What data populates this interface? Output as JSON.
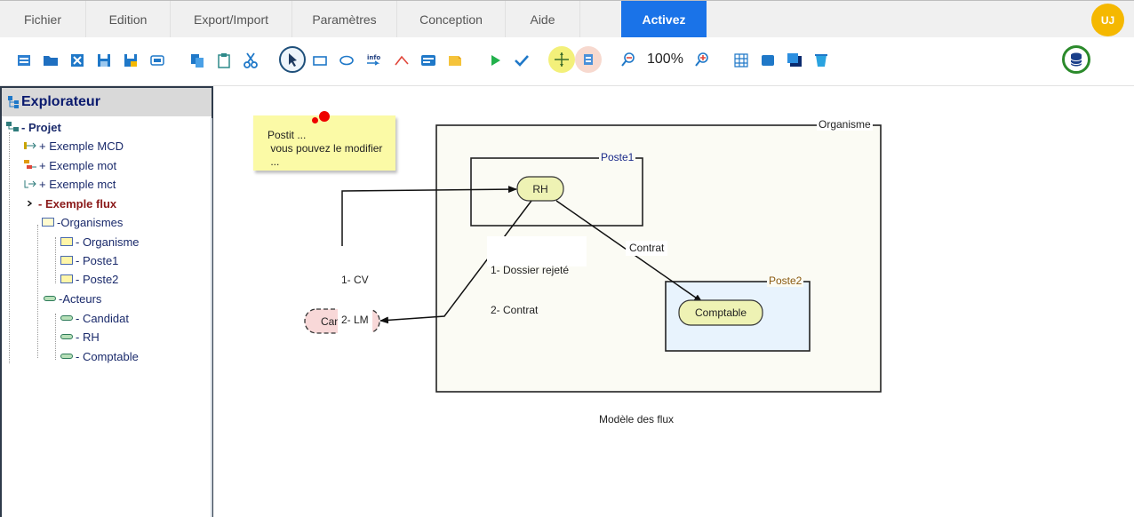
{
  "menu": {
    "items": [
      "Fichier",
      "Edition",
      "Export/Import",
      "Paramètres",
      "Conception",
      "Aide"
    ],
    "active": "Activez"
  },
  "user": {
    "initials": "UJ"
  },
  "toolbar": {
    "zoom": "100%",
    "icons": [
      "new-diagram-icon",
      "open-folder-icon",
      "close-icon",
      "save-icon",
      "save-as-icon",
      "export-icon",
      "copy-icon",
      "paste-icon",
      "cut-icon",
      "pointer-icon",
      "rectangle-icon",
      "ellipse-icon",
      "info-icon",
      "arrow-link-icon",
      "line-icon",
      "text-block-icon",
      "postit-icon",
      "run-icon",
      "validate-icon",
      "layout-icon",
      "generate-icon",
      "zoom-out-icon",
      "zoom-in-icon",
      "grid-icon",
      "fill-color-icon",
      "shadow-icon",
      "delete-icon",
      "database-icon"
    ]
  },
  "explorer": {
    "title": "Explorateur",
    "project": "- Projet",
    "items": [
      {
        "label": "+ Exemple MCD",
        "icon": "mcd-icon"
      },
      {
        "label": "+ Exemple mot",
        "icon": "mot-icon"
      },
      {
        "label": "+ Exemple mct",
        "icon": "mct-icon"
      },
      {
        "label": "- Exemple flux",
        "icon": "expand-arrow-icon"
      }
    ],
    "organismes": {
      "label": "-Organismes",
      "children": [
        "- Organisme",
        "- Poste1",
        "- Poste2"
      ]
    },
    "acteurs": {
      "label": "-Acteurs",
      "children": [
        "- Candidat",
        "- RH",
        "- Comptable"
      ]
    }
  },
  "diagram": {
    "postit": [
      "Postit ...",
      " vous pouvez le modifier",
      " ..."
    ],
    "frames": {
      "organisme": "Organisme",
      "poste1": "Poste1",
      "poste2": "Poste2"
    },
    "actors": {
      "rh": "RH",
      "comptable": "Comptable",
      "candidat": "Candidat"
    },
    "flows": {
      "cv_lm": [
        "1- CV",
        "2- LM"
      ],
      "dossier_contrat": [
        "1- Dossier rejeté",
        "2- Contrat"
      ],
      "contrat": "Contrat"
    },
    "caption": "Modèle des flux"
  },
  "colors": {
    "accent": "#1a73e8",
    "avatar": "#f5b800",
    "actor_fill": "#eef2b4",
    "candidat_fill": "#f8d8d8",
    "poste2_fill": "#e8f3fd",
    "organisme_fill": "#fbfbf4",
    "postit": "#fbfaa6"
  }
}
